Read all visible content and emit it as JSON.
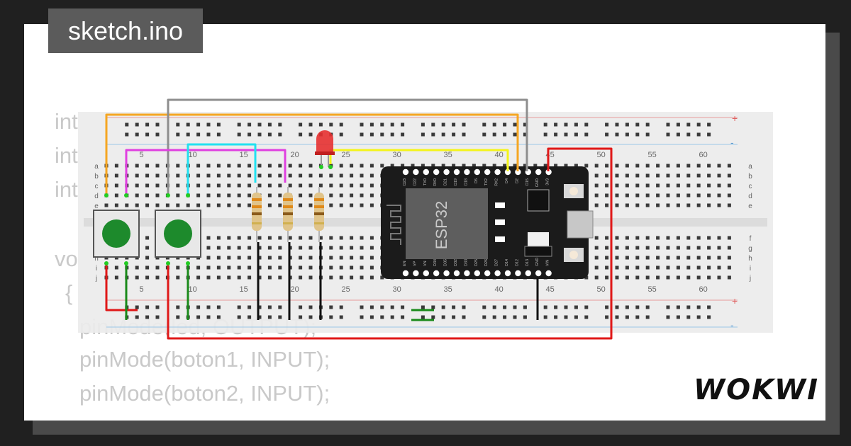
{
  "tab": {
    "filename": "sketch.ino"
  },
  "logo": {
    "text": "WOKWI"
  },
  "code": {
    "lines": [
      "int",
      "int",
      "int",
      "vo",
      "{",
      "pinMode(led, OUTPUT);",
      "pinMode(boton1, INPUT);",
      "pinMode(boton2, INPUT);"
    ]
  },
  "breadboard": {
    "column_numbers": [
      "5",
      "10",
      "15",
      "20",
      "25",
      "30",
      "35",
      "40",
      "45",
      "50",
      "55",
      "60"
    ],
    "row_letters_top": [
      "a",
      "b",
      "c",
      "d",
      "e"
    ],
    "row_letters_bottom": [
      "f",
      "g",
      "h",
      "i",
      "j"
    ],
    "rail_plus": "+",
    "rail_minus": "-"
  },
  "esp32": {
    "chip_label": "ESP32",
    "top_pins": [
      "D23",
      "D22",
      "TX0",
      "RX0",
      "D21",
      "D19",
      "D18",
      "D5",
      "TX2",
      "RX2",
      "D4",
      "D2",
      "D15",
      "GND",
      "3V3"
    ],
    "bottom_pins": [
      "EN",
      "VP",
      "VN",
      "D34",
      "D35",
      "D32",
      "D33",
      "D25",
      "D26",
      "D27",
      "D14",
      "D12",
      "D13",
      "GND",
      "VIN"
    ]
  },
  "colors": {
    "wire_orange": "#f5a623",
    "wire_gray": "#8e8e8e",
    "wire_magenta": "#e040e0",
    "wire_cyan": "#22e1f0",
    "wire_yellow": "#f4f41a",
    "wire_red": "#e01818",
    "wire_green": "#1a8a1a",
    "wire_black": "#111111",
    "button_cap": "#1d8a2c",
    "led": "#e53030"
  }
}
